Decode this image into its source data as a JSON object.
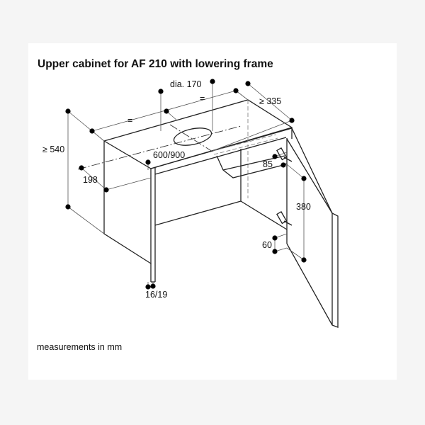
{
  "title": "Upper cabinet for AF 210 with lowering frame",
  "caption": "measurements in mm",
  "dimensions": {
    "height": "≥ 540",
    "depth_side": "198",
    "width": "600/900",
    "equal_left": "=",
    "equal_right": "=",
    "duct_diameter": "dia. 170",
    "depth_top": "≥ 335",
    "frame_offset": "85",
    "hinge_spacing": "380",
    "hinge_bottom": "60",
    "panel_thickness": "16/19"
  },
  "colors": {
    "background": "#f5f5f5",
    "panel": "#ffffff",
    "line": "#222222",
    "text": "#111111"
  }
}
